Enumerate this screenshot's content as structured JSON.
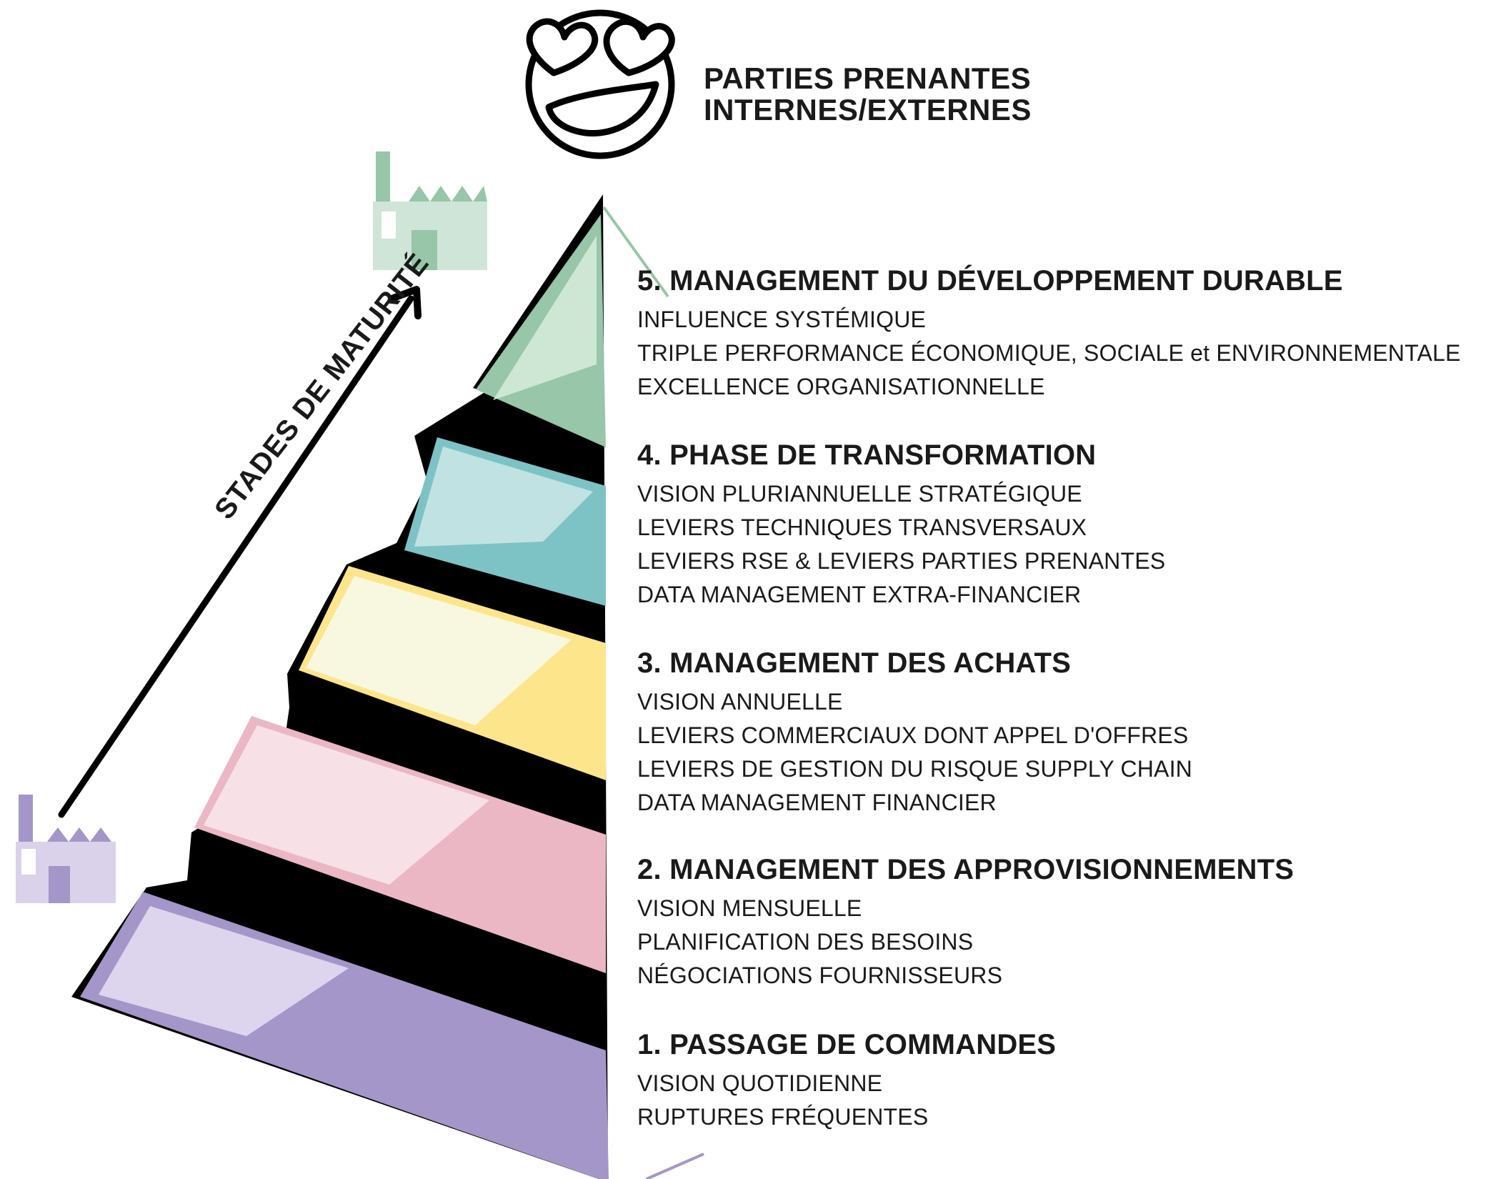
{
  "stakeholders": {
    "line1": "PARTIES PRENANTES",
    "line2": "INTERNES/EXTERNES",
    "icon": "heart-eyes-smiley-icon"
  },
  "maturity_label": "STADES DE MATURITÉ",
  "icons": {
    "factory_start": "factory-icon",
    "factory_end": "factory-icon",
    "arrow": "arrow-up-right-icon"
  },
  "colors": {
    "level1": "#a496c8",
    "level2": "#ebb7c5",
    "level3": "#fde58b",
    "level4": "#7dc3c5",
    "level5": "#97c6a8",
    "factory_start": "#d9d2ea",
    "factory_end": "#cfe5d7",
    "outline": "#000000"
  },
  "levels": [
    {
      "title": "5. MANAGEMENT DU DÉVELOPPEMENT DURABLE",
      "items": [
        "INFLUENCE SYSTÉMIQUE",
        "TRIPLE PERFORMANCE ÉCONOMIQUE, SOCIALE et ENVIRONNEMENTALE",
        "EXCELLENCE ORGANISATIONNELLE"
      ]
    },
    {
      "title": "4. PHASE DE TRANSFORMATION",
      "items": [
        "VISION PLURIANNUELLE STRATÉGIQUE",
        "LEVIERS TECHNIQUES TRANSVERSAUX",
        "LEVIERS RSE & LEVIERS PARTIES PRENANTES",
        "DATA MANAGEMENT EXTRA-FINANCIER"
      ]
    },
    {
      "title": "3. MANAGEMENT DES ACHATS",
      "items": [
        "VISION ANNUELLE",
        "LEVIERS COMMERCIAUX DONT APPEL D'OFFRES",
        "LEVIERS DE GESTION DU RISQUE SUPPLY CHAIN",
        "DATA MANAGEMENT FINANCIER"
      ]
    },
    {
      "title": "2. MANAGEMENT DES APPROVISIONNEMENTS",
      "items": [
        "VISION MENSUELLE",
        "PLANIFICATION DES BESOINS",
        "NÉGOCIATIONS FOURNISSEURS"
      ]
    },
    {
      "title": "1. PASSAGE DE COMMANDES",
      "items": [
        "VISION QUOTIDIENNE",
        "RUPTURES FRÉQUENTES"
      ]
    }
  ]
}
